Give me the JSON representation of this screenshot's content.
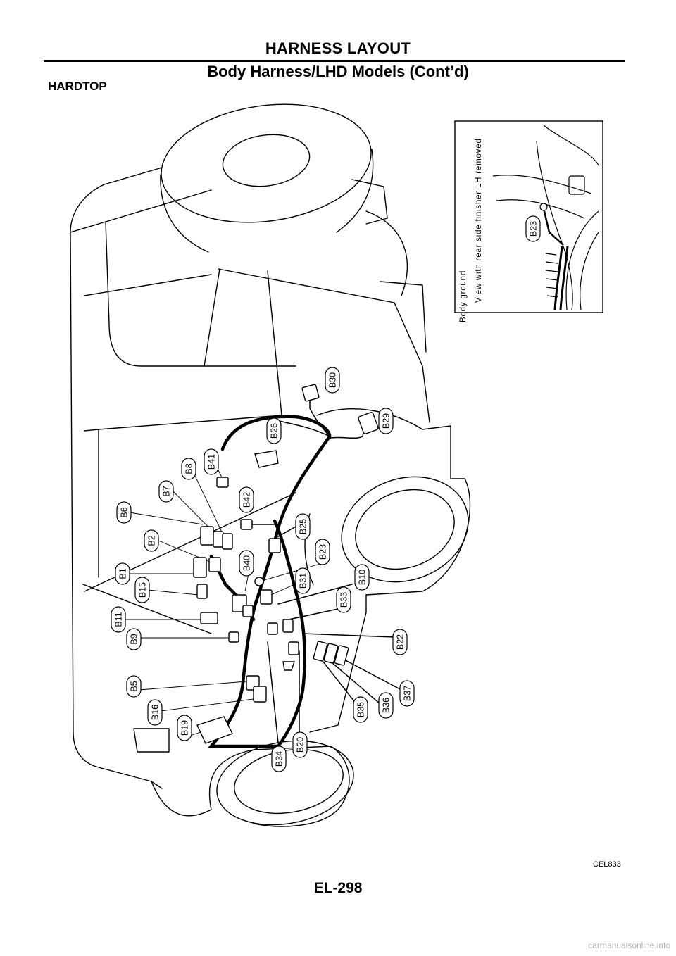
{
  "header": {
    "title": "HARNESS LAYOUT",
    "subtitle": "Body Harness/LHD Models (Cont’d)"
  },
  "section_title": "HARDTOP",
  "inset": {
    "title": "Body ground",
    "caption": "View with rear side finisher LH removed",
    "connector": "B23"
  },
  "connectors": {
    "B1": "B1",
    "B2": "B2",
    "B5": "B5",
    "B6": "B6",
    "B7": "B7",
    "B8": "B8",
    "B9": "B9",
    "B10": "B10",
    "B11": "B11",
    "B15": "B15",
    "B16": "B16",
    "B19": "B19",
    "B20": "B20",
    "B22": "B22",
    "B23": "B23",
    "B25": "B25",
    "B26": "B26",
    "B29": "B29",
    "B30": "B30",
    "B31": "B31",
    "B33": "B33",
    "B34": "B34",
    "B35": "B35",
    "B36": "B36",
    "B37": "B37",
    "B40": "B40",
    "B41": "B41",
    "B42": "B42"
  },
  "figure_code": "CEL833",
  "page_number": "EL-298",
  "watermark": "carmanualsonline.info"
}
